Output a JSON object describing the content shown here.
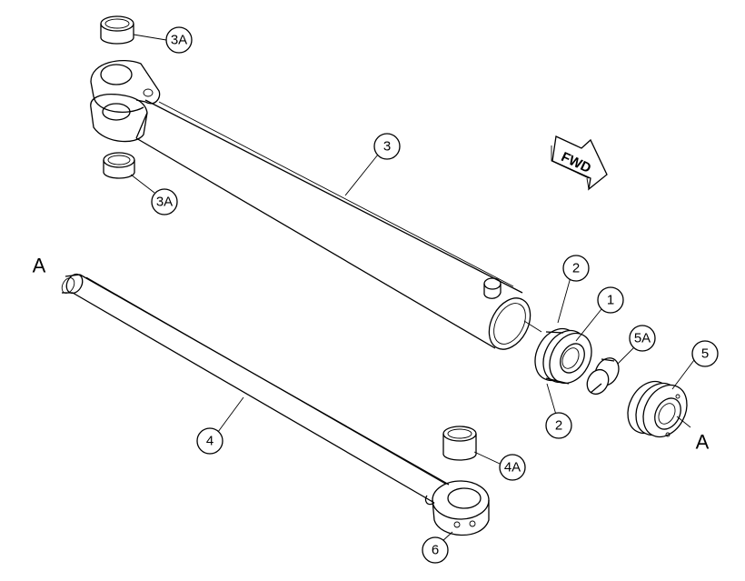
{
  "callouts": {
    "c3a_top": "3A",
    "c3a_bottom": "3A",
    "c3": "3",
    "c2_top": "2",
    "c1": "1",
    "c5a": "5A",
    "c5": "5",
    "c2_bottom": "2",
    "c4": "4",
    "c4a": "4A",
    "c6": "6"
  },
  "section_marks": {
    "left": "A",
    "right": "A"
  },
  "direction_arrow": {
    "label": "FWD",
    "icon": "forward-arrow-icon"
  },
  "colors": {
    "line": "#000000",
    "background": "#ffffff"
  }
}
